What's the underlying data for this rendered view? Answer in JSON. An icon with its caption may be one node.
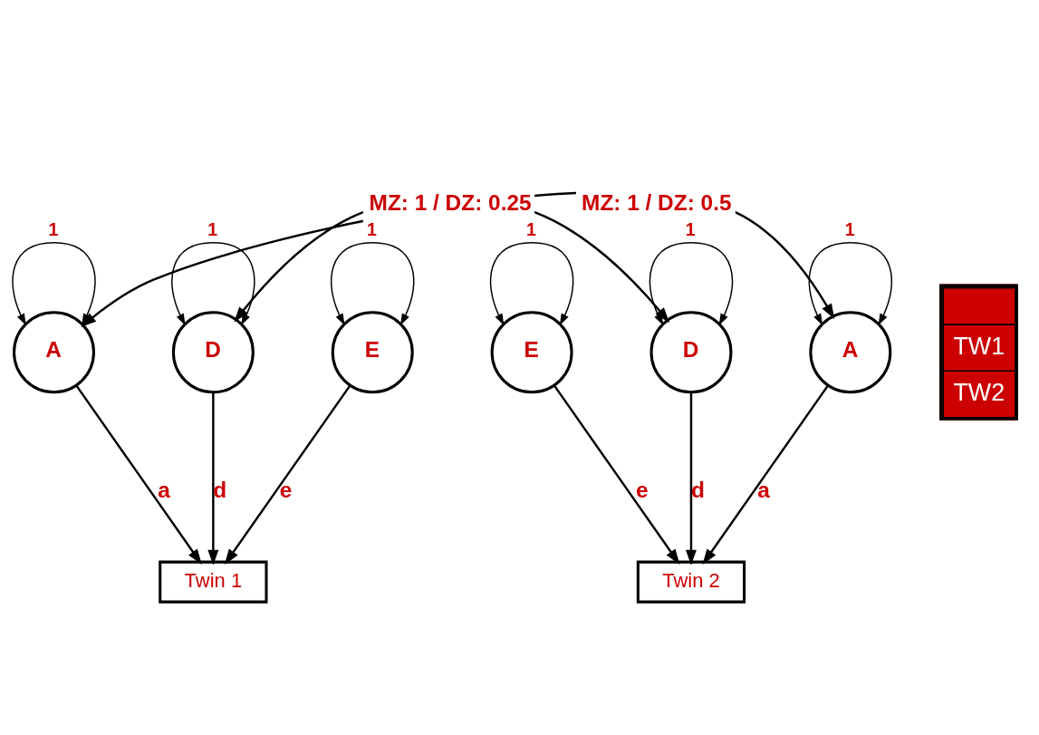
{
  "diagram": {
    "nodes": [
      {
        "text": [
          "A"
        ]
      },
      {
        "text": [
          "D"
        ]
      },
      {
        "text": [
          "E"
        ]
      },
      {
        "text": [
          "E"
        ]
      },
      {
        "text": [
          "D"
        ]
      },
      {
        "text": [
          "A"
        ]
      },
      {
        "text": [
          "Twin 1"
        ]
      },
      {
        "text": [
          "Twin 2"
        ]
      }
    ],
    "edges": [
      {
        "from": 0,
        "to": 5,
        "arrow": "both",
        "label": "MZ: 1 / DZ: 0.5"
      },
      {
        "from": 1,
        "to": 4,
        "arrow": "both",
        "label": "MZ: 1 / DZ: 0.25"
      },
      {
        "from": 0,
        "to": 0,
        "arrow": "both",
        "label": "1"
      },
      {
        "from": 1,
        "to": 1,
        "arrow": "both",
        "label": "1"
      },
      {
        "from": 2,
        "to": 2,
        "arrow": "both",
        "label": "1"
      },
      {
        "from": 3,
        "to": 3,
        "arrow": "both",
        "label": "1"
      },
      {
        "from": 4,
        "to": 4,
        "arrow": "both",
        "label": "1"
      },
      {
        "from": 5,
        "to": 5,
        "arrow": "both",
        "label": "1"
      },
      {
        "from": 0,
        "to": 6,
        "arrow": "to",
        "label": "a"
      },
      {
        "from": 1,
        "to": 6,
        "arrow": "to",
        "label": "d"
      },
      {
        "from": 2,
        "to": 6,
        "arrow": "to",
        "label": "e"
      },
      {
        "from": 3,
        "to": 7,
        "arrow": "to",
        "label": "e"
      },
      {
        "from": 4,
        "to": 7,
        "arrow": "to",
        "label": "d"
      },
      {
        "from": 5,
        "to": 7,
        "arrow": "to",
        "label": "a"
      }
    ],
    "labels": [
      "TW1",
      "TW2"
    ]
  }
}
